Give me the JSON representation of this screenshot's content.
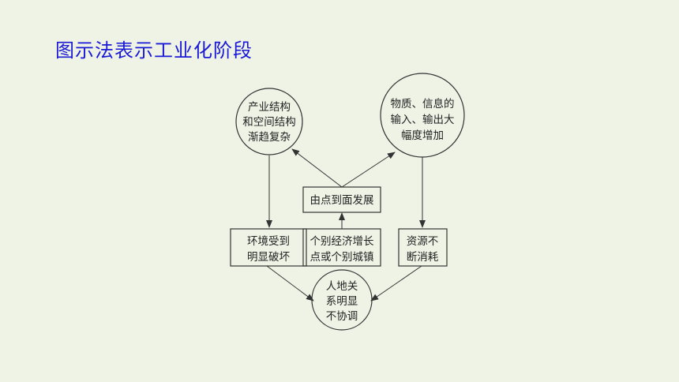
{
  "title": "图示法表示工业化阶段",
  "colors": {
    "background": "#eef3e6",
    "title": "#1a1ad6",
    "stroke": "#333333"
  },
  "nodes": {
    "top_left_circle": [
      "产业结构",
      "和空间结构",
      "渐趋复杂"
    ],
    "top_right_circle": [
      "物质、信息的",
      "输入、输出大",
      "幅度增加"
    ],
    "center_box": [
      "由点到面发展"
    ],
    "left_box": [
      "环境受到",
      "明显破坏"
    ],
    "middle_box": [
      "个别经济增长",
      "点或个别城镇"
    ],
    "right_box": [
      "资源不",
      "断消耗"
    ],
    "bottom_circle": [
      "人地关",
      "系明显",
      "不协调"
    ]
  }
}
